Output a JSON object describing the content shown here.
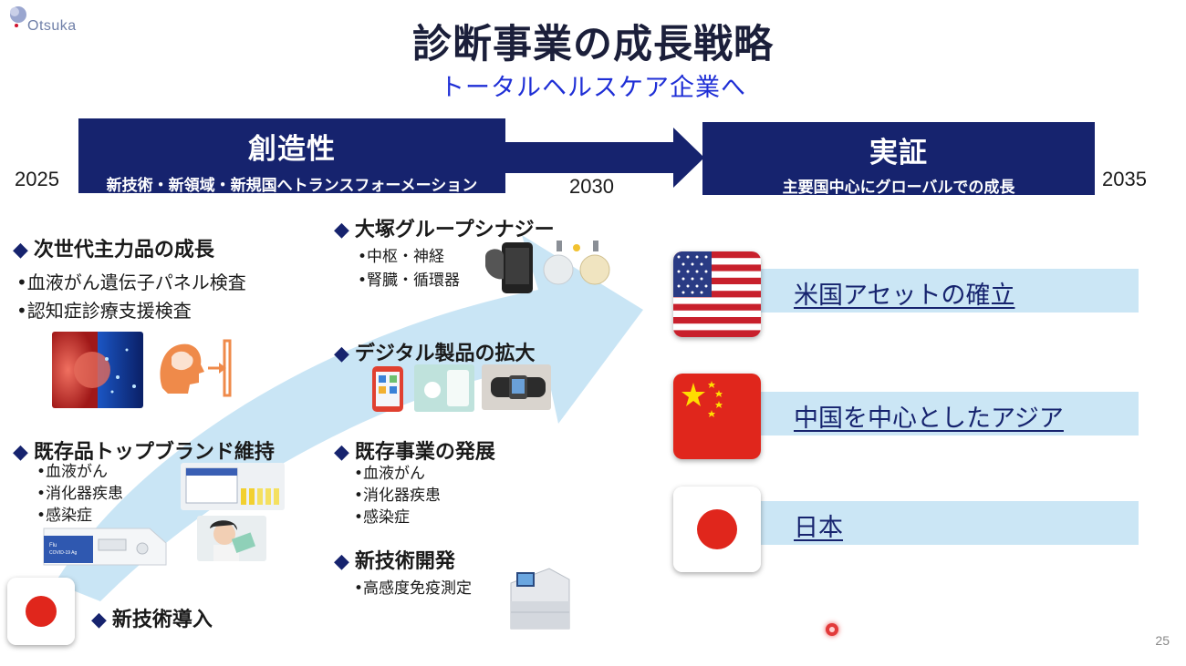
{
  "logo": {
    "text": "Otsuka"
  },
  "title": "診断事業の成長戦略",
  "subtitle": "トータルヘルスケア企業へ",
  "timeline": {
    "left_bar": {
      "heading": "創造性",
      "sub": "新技術・新領域・新規国へトランスフォーメーション"
    },
    "right_bar": {
      "heading": "実証",
      "sub": "主要国中心にグローバルでの成長"
    },
    "years": [
      "2025",
      "2030",
      "2035"
    ]
  },
  "left_col": {
    "next_gen": {
      "label": "次世代主力品の成長",
      "items": [
        "•血液がん遺伝子パネル検査",
        "•認知症診療支援検査"
      ]
    },
    "existing_brand": {
      "label": "既存品トップブランド維持",
      "items": [
        "•血液がん",
        "•消化器疾患",
        "•感染症"
      ]
    },
    "new_tech_intro": {
      "label": "新技術導入"
    }
  },
  "mid_col": {
    "synergy": {
      "label": "大塚グループシナジー",
      "items": [
        "•中枢・神経",
        "•腎臓・循環器"
      ]
    },
    "digital": {
      "label": "デジタル製品の拡大"
    },
    "existing_biz": {
      "label": "既存事業の発展",
      "items": [
        "•血液がん",
        "•消化器疾患",
        "•感染症"
      ]
    },
    "new_tech_dev": {
      "label": "新技術開発",
      "items": [
        "•高感度免疫測定"
      ]
    }
  },
  "regions": [
    {
      "label": "米国アセットの確立",
      "flag": "us-flag"
    },
    {
      "label": "中国を中心としたアジア",
      "flag": "china-flag"
    },
    {
      "label": "日本",
      "flag": "japan-flag"
    }
  ],
  "page_number": "25",
  "colors": {
    "navy": "#16236e",
    "subtitle_blue": "#1f2fd6",
    "band": "#cbe6f5",
    "arrow": "#bfe0f3"
  }
}
